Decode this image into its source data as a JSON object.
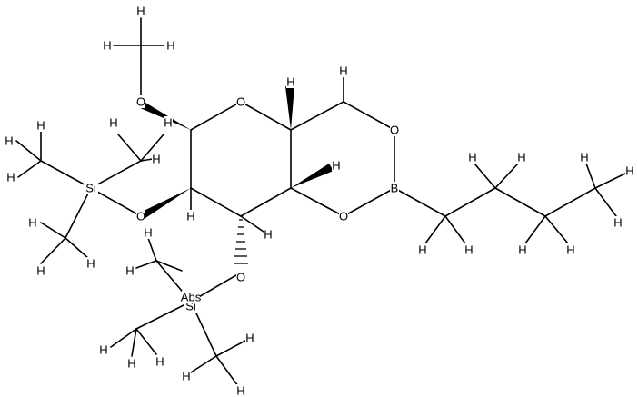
{
  "labels": {
    "oxygen": "O",
    "hydrogen": "H",
    "boron": "B",
    "silicon": "Si",
    "abs": "Abs"
  }
}
